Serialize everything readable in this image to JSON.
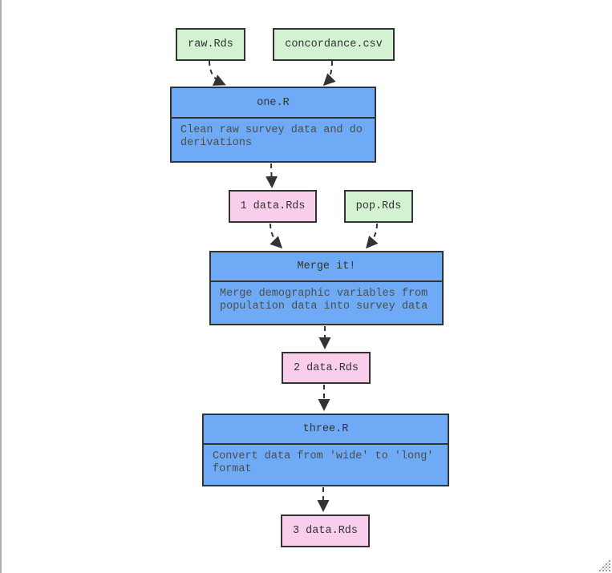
{
  "diagram": {
    "nodes": {
      "raw": {
        "label": "raw.Rds"
      },
      "concordance": {
        "label": "concordance.csv"
      },
      "one": {
        "title": "one.R",
        "body": "Clean raw survey data and do derivations"
      },
      "data1": {
        "label": "1 data.Rds"
      },
      "pop": {
        "label": "pop.Rds"
      },
      "merge": {
        "title": "Merge it!",
        "body": "Merge demographic variables from population data into survey data"
      },
      "data2": {
        "label": "2 data.Rds"
      },
      "three": {
        "title": "three.R",
        "body": "Convert data from 'wide' to 'long' format"
      },
      "data3": {
        "label": "3 data.Rds"
      }
    },
    "colors": {
      "source_fill": "#d2f2d2",
      "process_fill": "#6eaaf5",
      "output_fill": "#f9ceec",
      "node_border": "#333333",
      "edge_stroke": "#333333",
      "title_text": "#333333",
      "body_text": "#4d4d4d",
      "pane_divider": "#b0b0b0",
      "grip_dot": "#9a9a9a"
    }
  }
}
